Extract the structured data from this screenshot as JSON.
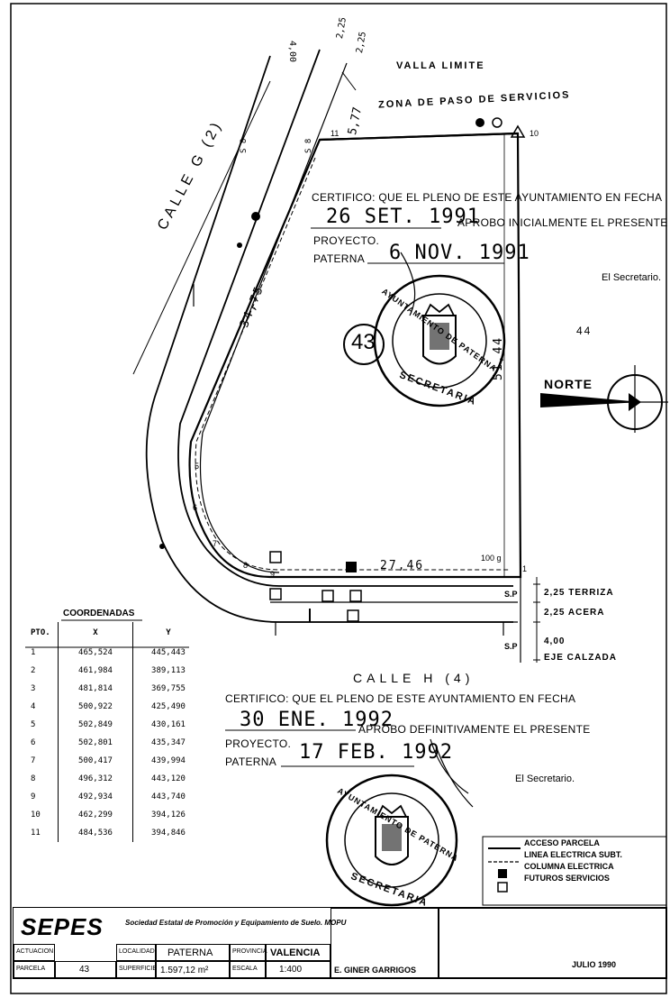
{
  "labels": {
    "valla_limite": "VALLA LIMITE",
    "zona_paso": "ZONA DE PASO DE SERVICIOS",
    "calle_g": "CALLE G (2)",
    "calle_h": "CALLE H (4)",
    "norte": "NORTE",
    "parcel_number": "43",
    "neighbor_parcel": "44",
    "secretario_1": "El Secretario.",
    "secretario_2": "El Secretario.",
    "terriza": "2,25 TERRIZA",
    "acera": "2,25 ACERA",
    "eje_calzada": "4,00 EJE CALZADA",
    "eje_val": "4,00",
    "eje_txt": "EJE CALZADA",
    "sp1": "S.P",
    "sp2": "S.P",
    "point_10": "10",
    "point_11": "11",
    "point_1": "1",
    "point_5": "5",
    "point_6": "6",
    "point_7": "7",
    "point_8": "8",
    "point_9": "9",
    "angle_100": "100 g"
  },
  "dimensions": {
    "d_400": "4,00",
    "d_225a": "2,25",
    "d_225b": "2,25",
    "d_577": "5,77",
    "d_3475": "34,75",
    "d_5144": "51,44",
    "d_2746": "27,46",
    "s8a": "S 8",
    "s8b": "S 8"
  },
  "stamp1": {
    "line1": "CERTIFICO: QUE EL PLENO DE ESTE AYUNTAMIENTO EN FECHA",
    "date1": "26 SET. 1991",
    "line2": "APROBO INICIALMENTE EL PRESENTE",
    "proyecto": "PROYECTO.",
    "paterna": "PATERNA",
    "date2": "6 NOV. 1991"
  },
  "stamp2": {
    "line1": "CERTIFICO: QUE EL PLENO DE ESTE AYUNTAMIENTO EN FECHA",
    "date1": "30 ENE. 1992",
    "line2": "APROBO DEFINITIVAMENTE EL PRESENTE",
    "proyecto": "PROYECTO.",
    "paterna": "PATERNA",
    "date2": "17 FEB. 1992"
  },
  "seal": {
    "top": "AYUNTAMIENTO DE PATERNA",
    "bottom": "SECRETARIA"
  },
  "coordinates": {
    "title": "COORDENADAS",
    "headers": [
      "PTO.",
      "X",
      "Y"
    ],
    "rows": [
      [
        "1",
        "465,524",
        "445,443"
      ],
      [
        "2",
        "461,984",
        "389,113"
      ],
      [
        "3",
        "481,814",
        "369,755"
      ],
      [
        "4",
        "500,922",
        "425,490"
      ],
      [
        "5",
        "502,849",
        "430,161"
      ],
      [
        "6",
        "502,801",
        "435,347"
      ],
      [
        "7",
        "500,417",
        "439,994"
      ],
      [
        "8",
        "496,312",
        "443,120"
      ],
      [
        "9",
        "492,934",
        "443,740"
      ],
      [
        "10",
        "462,299",
        "394,126"
      ],
      [
        "11",
        "484,536",
        "394,846"
      ]
    ]
  },
  "legend": {
    "items": [
      "ACCESO PARCELA",
      "LINEA ELECTRICA SUBT.",
      "COLUMNA ELECTRICA",
      "FUTUROS SERVICIOS"
    ]
  },
  "titleblock": {
    "logo": "SEPES",
    "company": "Sociedad Estatal de Promoción y Equipamiento de Suelo. MOPU",
    "actuacion_lbl": "ACTUACION",
    "municipio_lbl": "LOCALIDAD",
    "municipio": "PATERNA",
    "provincia_lbl": "PROVINCIA",
    "provincia": "VALENCIA",
    "parcela_lbl": "PARCELA",
    "parcela": "43",
    "superficie_lbl": "SUPERFICIE",
    "superficie": "1.597,12 m²",
    "escala_lbl": "ESCALA",
    "escala": "1:400",
    "autor": "E. GINER GARRIGOS",
    "fecha": "JULIO 1990"
  }
}
